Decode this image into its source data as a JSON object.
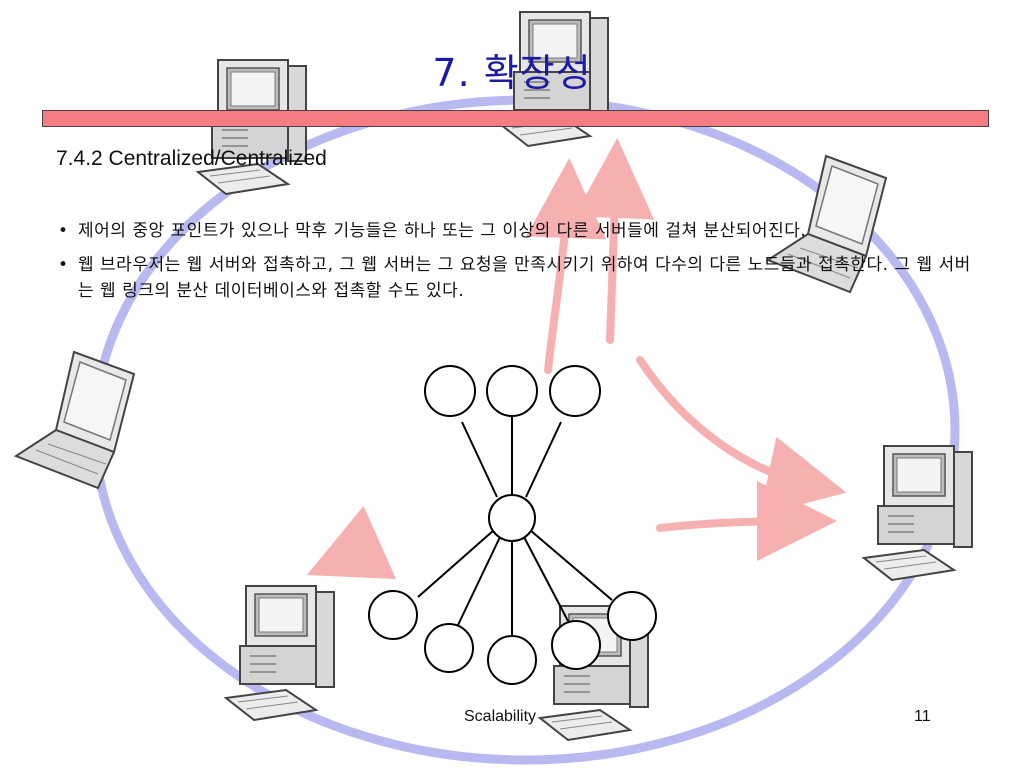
{
  "slide": {
    "title": "7. 확장성",
    "subtitle": "7.4.2 Centralized/Centralized",
    "bullets": [
      "제어의 중앙 포인트가 있으나 막후 기능들은 하나 또는 그 이상의 다른 서버들에 걸쳐 분산되어진다.",
      "웹 브라우저는 웹 서버와 접촉하고, 그 웹 서버는 그 요청을 만족시키기 위하여 다수의 다른 노드들과 접촉한다. 그 웹 서버는 웹 링크의 분산 데이터베이스와 접촉할 수도 있다."
    ],
    "bullet_mark": "•"
  },
  "footer": {
    "center": "Scalability",
    "page_number": "11"
  },
  "colors": {
    "title": "#1a1aa6",
    "title_bar": "#f47c82",
    "ring": "#b9b9f2",
    "arrows": "#f7b0b0"
  },
  "icons": [
    "desktop-computer-icon",
    "laptop-icon"
  ]
}
